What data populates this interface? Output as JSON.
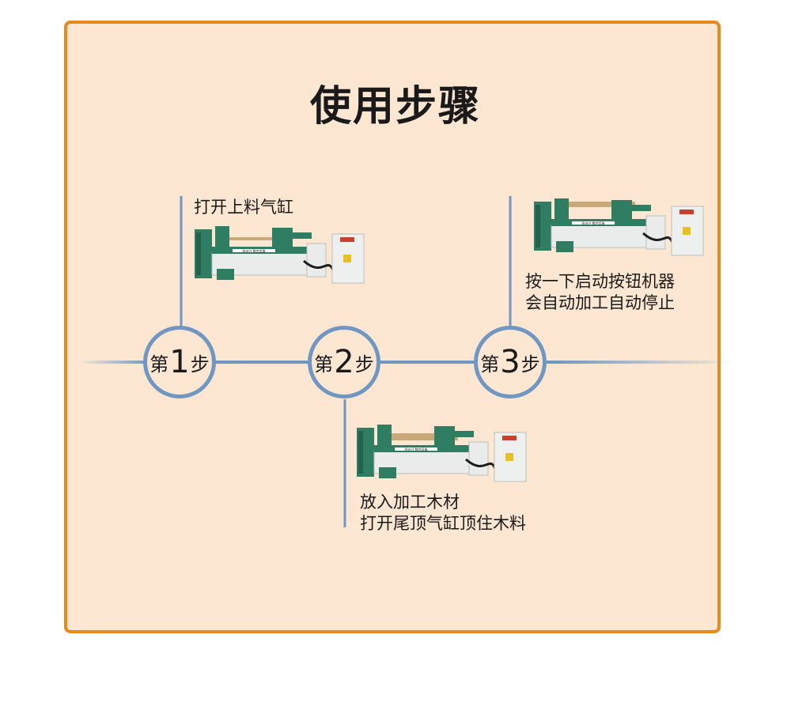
{
  "title": "使用步骤",
  "steps": [
    {
      "prefix": "第",
      "number": "1",
      "suffix": "步",
      "lines": [
        "打开上料气缸"
      ]
    },
    {
      "prefix": "第",
      "number": "2",
      "suffix": "步",
      "lines": [
        "放入加工木材",
        "打开尾顶气缸顶住木料"
      ]
    },
    {
      "prefix": "第",
      "number": "3",
      "suffix": "步",
      "lines": [
        "按一下启动按钮机器",
        "会自动加工自动停止"
      ]
    }
  ],
  "machine_label": "徐州兴 数控设备",
  "colors": {
    "border": "#e8891e",
    "panel": "#fde6d2",
    "line": "#6f97c2",
    "machine_green": "#2f7d62",
    "machine_white": "#e9ecea"
  }
}
